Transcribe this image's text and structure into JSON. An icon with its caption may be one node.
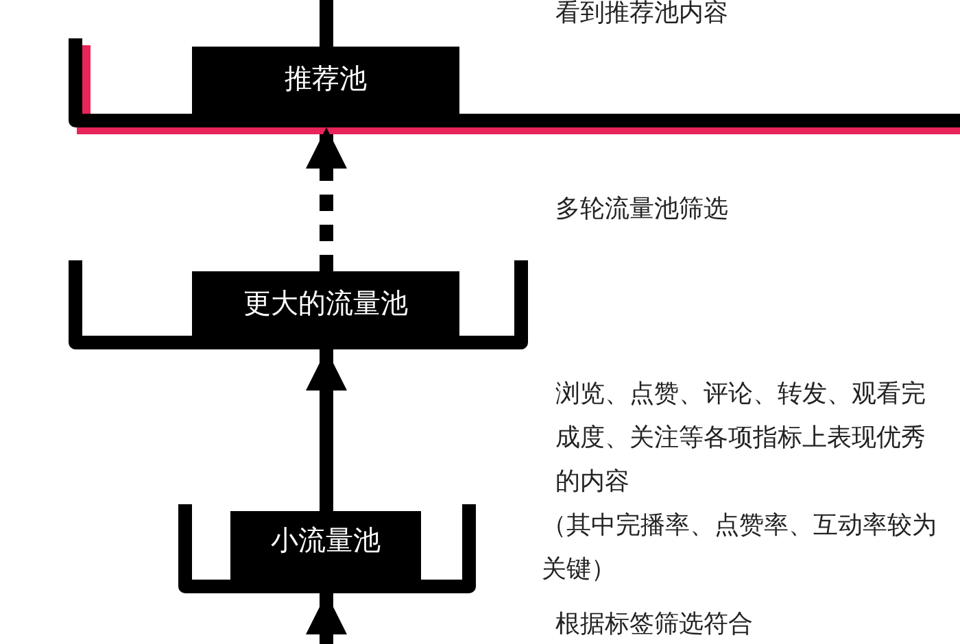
{
  "diagram": {
    "nodes": [
      {
        "text": [
          "推荐池"
        ]
      },
      {
        "text": [
          "更大的流量池"
        ]
      },
      {
        "text": [
          "小流量池"
        ]
      }
    ],
    "edges": [
      {
        "from": 1,
        "to": 0,
        "arrow": "to",
        "style": "dashed"
      },
      {
        "from": 2,
        "to": 1,
        "arrow": "to"
      },
      {
        "from": null,
        "to": 2,
        "arrow": "to"
      },
      {
        "from": 0,
        "to": null,
        "arrow": "none"
      }
    ],
    "labels": [
      "看到推荐池内容",
      "多轮流量池筛选",
      "浏览、点赞、评论、转发、观看完成度、关注等各项指标上表现优秀的内容",
      "（其中完播率、点赞率、互动率较为关键）",
      "根据标签筛选符合"
    ]
  }
}
